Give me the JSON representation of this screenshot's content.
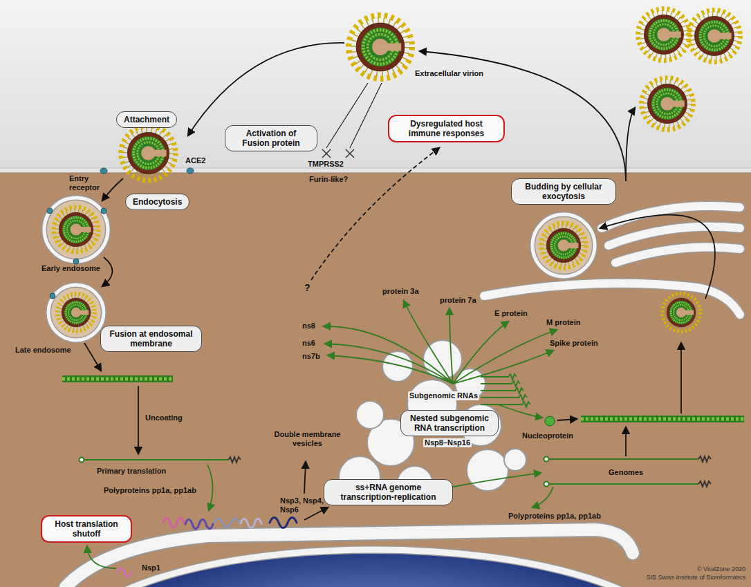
{
  "diagram": {
    "nodes": [
      {
        "text": [
          "Attachment"
        ]
      },
      {
        "text": [
          "Activation of Fusion protein"
        ]
      },
      {
        "text": [
          "Dysregulated host immune responses"
        ]
      },
      {
        "text": [
          "Endocytosis"
        ]
      },
      {
        "text": [
          "Budding by cellular exocytosis"
        ]
      },
      {
        "text": [
          "Fusion at endosomal membrane"
        ]
      },
      {
        "text": [
          "Nested subgenomic RNA transcription"
        ]
      },
      {
        "text": [
          "ss+RNA genome transcription-replication"
        ]
      },
      {
        "text": [
          "Host translation shutoff"
        ]
      }
    ],
    "labels": [
      "Extracellular virion",
      "TMPRSS2",
      "Furin-like?",
      "ACE2",
      "Entry receptor",
      "Early endosome",
      "?",
      "protein 3a",
      "protein 7a",
      "E protein",
      "M protein",
      "ns8",
      "Spike protein",
      "ns6",
      "ns7b",
      "Late endosome",
      "Subgenomic RNAs",
      "Double membrane vesicles",
      "Uncoating",
      "Nsp8–Nsp16",
      "Nucleoprotein",
      "Primary translation",
      "Genomes",
      "Polyproteins pp1a, pp1ab",
      "Nsp3, Nsp4, Nsp6",
      "Polyproteins pp1a, pp1ab",
      "Nsp1",
      "© ViralZone 2020",
      "SIB Swiss Institute of Bioinformatics"
    ]
  }
}
